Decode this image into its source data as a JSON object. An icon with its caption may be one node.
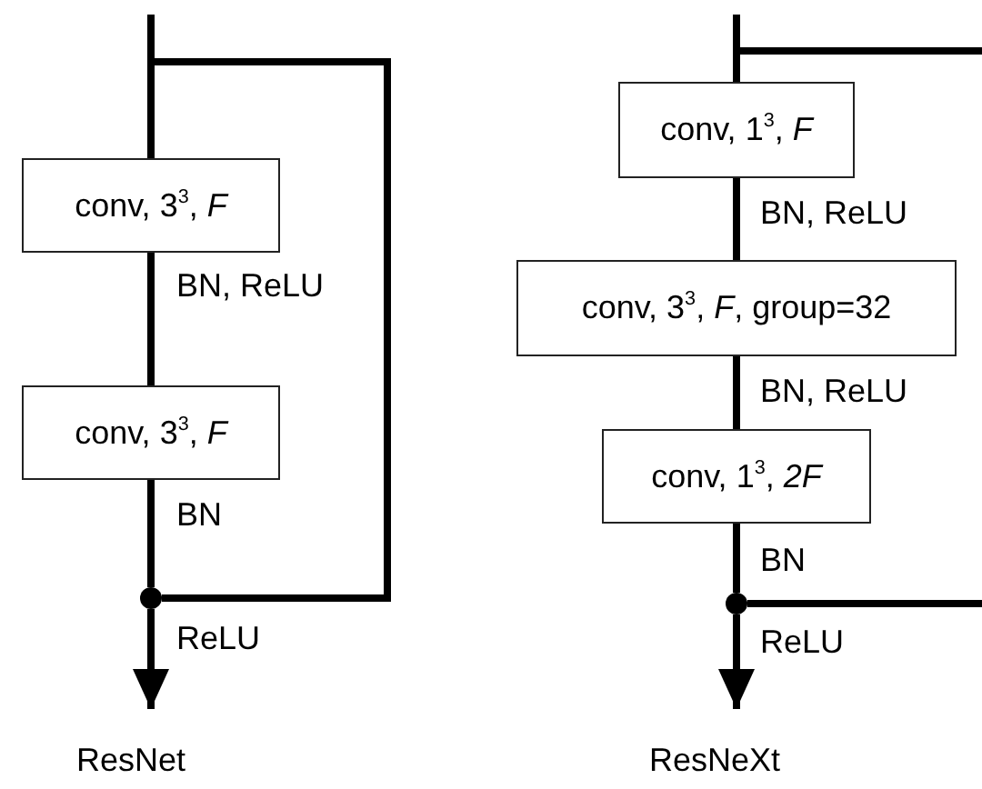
{
  "diagram": {
    "nodes": [
      {
        "text": [
          "conv, 3$^{3}$, *F*"
        ]
      },
      {
        "text": [
          "conv, 3$^{3}$, *F*"
        ]
      },
      {
        "text": [],
        "shape": "circle"
      },
      {
        "text": [
          "conv, 1$^{3}$, *F*"
        ]
      },
      {
        "text": [
          "conv, 3$^{3}$, *F*, group=32"
        ]
      },
      {
        "text": [
          "conv, 1$^{3}$, *2F*"
        ]
      },
      {
        "text": [],
        "shape": "circle"
      }
    ],
    "edges": [
      {
        "from": null,
        "to": 0,
        "arrow": "none"
      },
      {
        "from": 0,
        "to": 1,
        "arrow": "none",
        "label": "BN, ReLU"
      },
      {
        "from": 1,
        "to": 2,
        "arrow": "none",
        "label": "BN"
      },
      {
        "from": 2,
        "to": null,
        "arrow": "to",
        "label": "ReLU"
      },
      {
        "from": null,
        "to": 2,
        "arrow": "none"
      },
      {
        "from": null,
        "to": 3,
        "arrow": "none"
      },
      {
        "from": 3,
        "to": 4,
        "arrow": "none",
        "label": "BN, ReLU"
      },
      {
        "from": 4,
        "to": 5,
        "arrow": "none",
        "label": "BN, ReLU"
      },
      {
        "from": 5,
        "to": 6,
        "arrow": "none",
        "label": "BN"
      },
      {
        "from": 6,
        "to": null,
        "arrow": "to",
        "label": "ReLU"
      },
      {
        "from": null,
        "to": 6,
        "arrow": "none"
      }
    ],
    "labels": [
      "ResNet",
      "ResNeXt"
    ]
  }
}
